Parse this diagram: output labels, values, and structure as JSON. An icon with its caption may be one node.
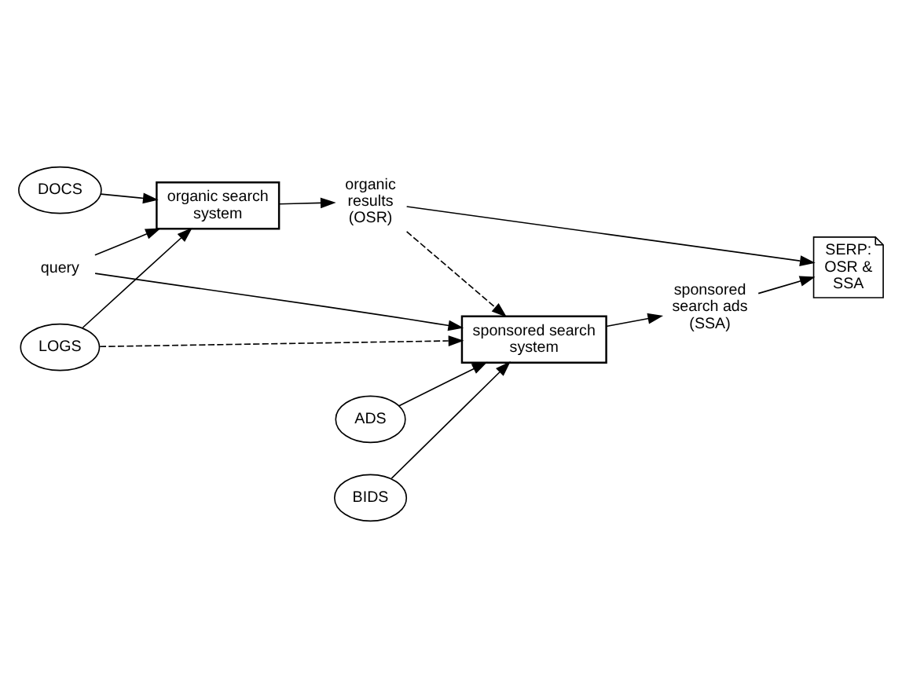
{
  "diagram": {
    "nodes": [
      {
        "text": [
          "DOCS"
        ]
      },
      {
        "text": [
          "organic search system"
        ]
      },
      {
        "text": [
          "organic results (OSR)"
        ]
      },
      {
        "text": [
          "query"
        ]
      },
      {
        "text": [
          "LOGS"
        ]
      },
      {
        "text": [
          "SERP: OSR & SSA"
        ]
      },
      {
        "text": [
          "sponsored search system"
        ]
      },
      {
        "text": [
          "sponsored search ads (SSA)"
        ]
      },
      {
        "text": [
          "ADS"
        ]
      },
      {
        "text": [
          "BIDS"
        ]
      }
    ],
    "edges": [
      {
        "from": 0,
        "to": 1,
        "arrow": "to"
      },
      {
        "from": 3,
        "to": 1,
        "arrow": "to"
      },
      {
        "from": 3,
        "to": 6,
        "arrow": "to"
      },
      {
        "from": 4,
        "to": 1,
        "arrow": "to"
      },
      {
        "from": 4,
        "to": 6,
        "arrow": "to",
        "style": "dashed"
      },
      {
        "from": 1,
        "to": 2,
        "arrow": "to"
      },
      {
        "from": 2,
        "to": 6,
        "arrow": "to",
        "style": "dashed"
      },
      {
        "from": 2,
        "to": 5,
        "arrow": "to"
      },
      {
        "from": 6,
        "to": 7,
        "arrow": "to"
      },
      {
        "from": 7,
        "to": 5,
        "arrow": "to"
      },
      {
        "from": 8,
        "to": 6,
        "arrow": "to"
      },
      {
        "from": 9,
        "to": 6,
        "arrow": "to"
      }
    ]
  }
}
